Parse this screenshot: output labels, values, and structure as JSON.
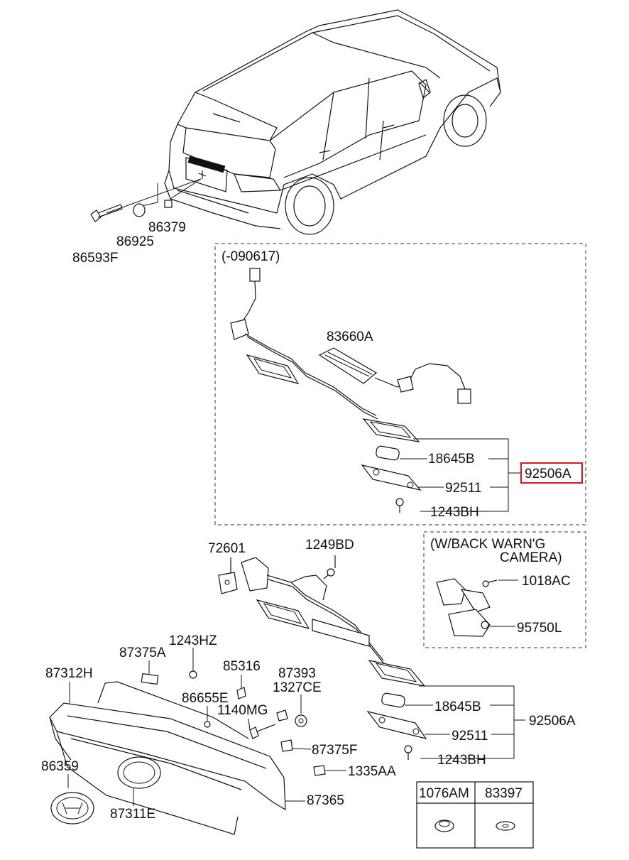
{
  "labels": {
    "p86593F": "86593F",
    "p86925": "86925",
    "p86379": "86379",
    "box1_title": "(-090617)",
    "p83660A": "83660A",
    "p18645B_1": "18645B",
    "p92511_1": "92511",
    "p1243BH_1": "1243BH",
    "p92506A_1": "92506A",
    "p72601": "72601",
    "p1249BD": "1249BD",
    "box2_title_line1": "(W/BACK WARN'G",
    "box2_title_line2": "CAMERA)",
    "p1018AC": "1018AC",
    "p95750L": "95750L",
    "p1243HZ": "1243HZ",
    "p87375A": "87375A",
    "p87312H": "87312H",
    "p85316": "85316",
    "p87393": "87393",
    "p1327CE": "1327CE",
    "p86655E": "86655E",
    "p1140MG": "1140MG",
    "p18645B_2": "18645B",
    "p92506A_2": "92506A",
    "p92511_2": "92511",
    "p87375F": "87375F",
    "p1243BH_2": "1243BH",
    "p86359": "86359",
    "p1335AA": "1335AA",
    "p87311E": "87311E",
    "p87365": "87365"
  },
  "table": {
    "headers": [
      "1076AM",
      "83397"
    ]
  },
  "highlight": {
    "part": "92506A",
    "color": "#e0141e"
  }
}
